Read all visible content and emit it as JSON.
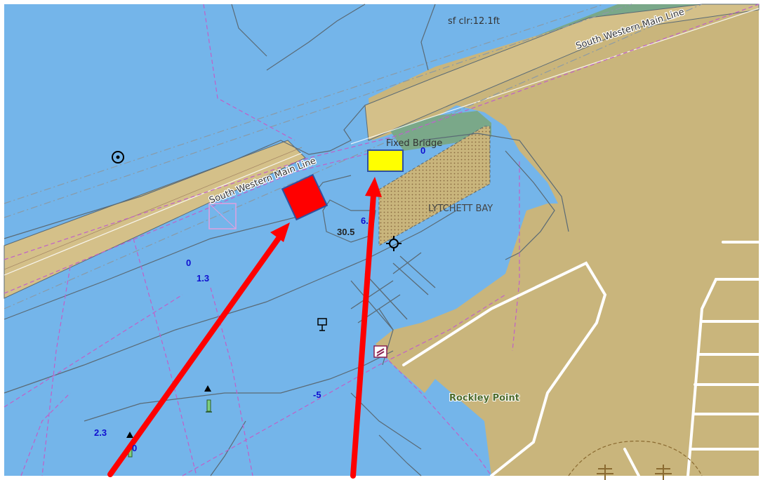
{
  "colors": {
    "water": "#74b5ea",
    "land": "#c9b57c",
    "intertidal": "#7aa889",
    "rail_bank": "#d4c089",
    "depth_contour": "#5a6a75",
    "limit_line": "#c060c8",
    "depth_text": "#1010d0",
    "arrow": "#ff0000",
    "marker_red": "#ff0000",
    "marker_yellow": "#ffff00",
    "road": "#ffffff",
    "place_label": "#4d6b2b"
  },
  "labels": {
    "rail_upper": "South Western Main Line",
    "rail_lower": "South Western Main Line",
    "clearance": "sf clr:12.1ft",
    "bridge": "Fixed Bridge",
    "bay": "LYTCHETT BAY",
    "point": "Rockley Point"
  },
  "soundings": {
    "s_0_left": "0",
    "s_1_3": "1.3",
    "s_30_5": "30.5",
    "s_6": "6.",
    "s_0_bridge": "0",
    "s_neg5": "-5",
    "s_2_3": "2.3",
    "s_0_bottom": "0"
  },
  "icons": {
    "topmark": "topmark-circle-icon",
    "restricted_area": "restricted-area-icon",
    "notice_board": "notice-board-icon",
    "wreck": "wreck-icon",
    "marina": "marina-icon",
    "beacon1": "beacon-triangle-icon",
    "beacon2": "beacon-triangle-icon",
    "spar": "spar-buoy-icon",
    "tree": "tree-icon"
  },
  "annotations": {
    "red_marker": "red-square-marker",
    "yellow_marker": "yellow-rectangle-marker",
    "arrow_left": "red-arrow-left",
    "arrow_right": "red-arrow-right"
  }
}
